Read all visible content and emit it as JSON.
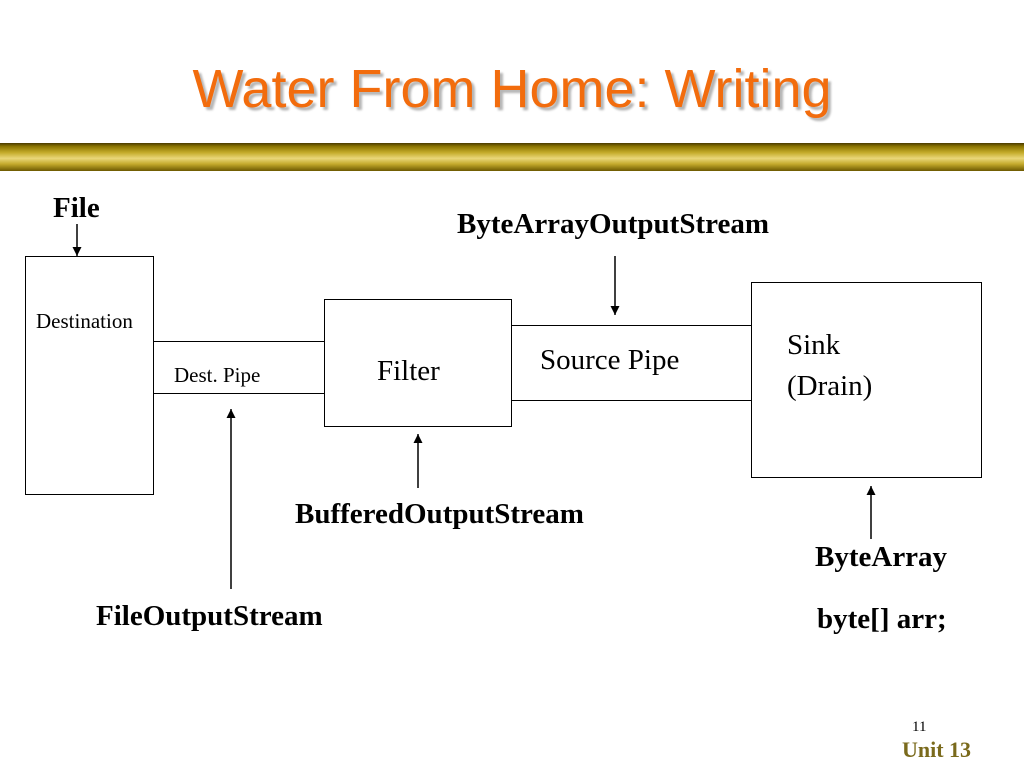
{
  "slide": {
    "title": "Water From Home: Writing",
    "page_number": "11",
    "footer": "Unit 13"
  },
  "diagram": {
    "destination_box": "Destination",
    "dest_pipe": "Dest. Pipe",
    "filter_box": "Filter",
    "source_pipe": "Source Pipe",
    "sink_box_line1": "Sink",
    "sink_box_line2": "(Drain)"
  },
  "annotations": {
    "file": "File",
    "byte_array_output_stream": "ByteArrayOutputStream",
    "buffered_output_stream": "BufferedOutputStream",
    "file_output_stream": "FileOutputStream",
    "byte_array": "ByteArray",
    "byte_array_decl": "byte[] arr;"
  }
}
